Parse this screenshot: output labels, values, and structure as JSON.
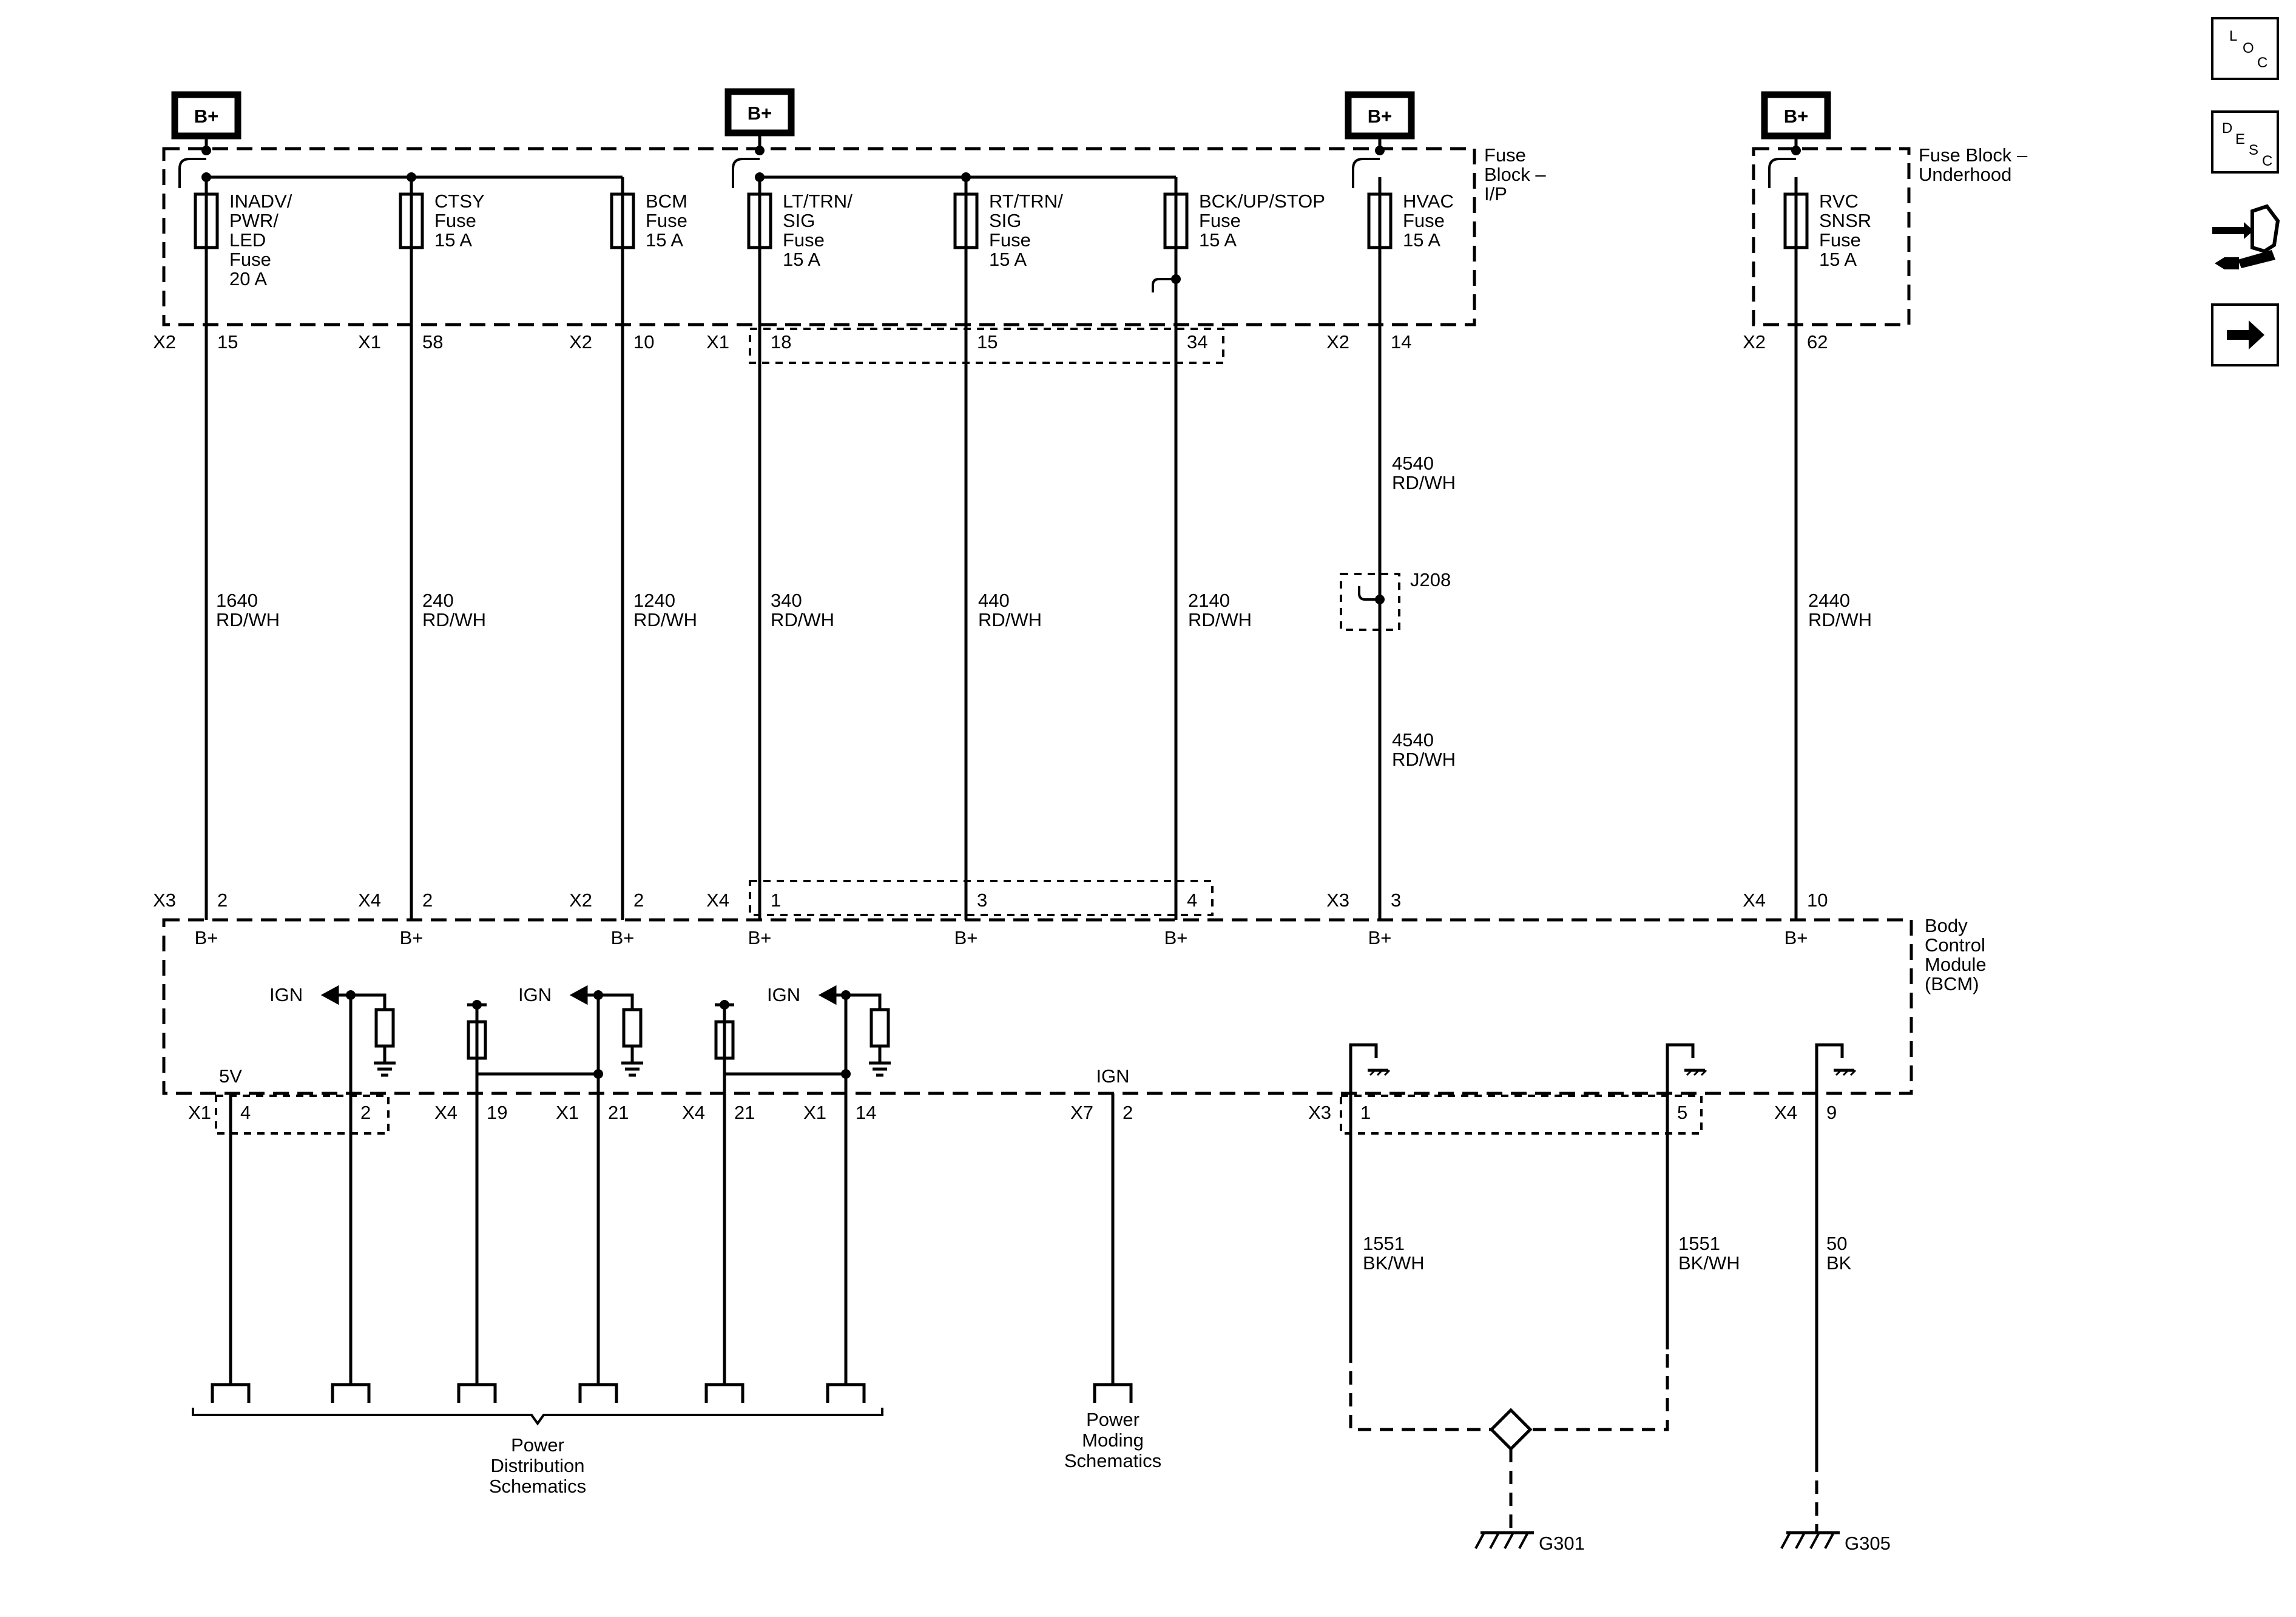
{
  "power_sources": [
    "B+",
    "B+",
    "B+",
    "B+"
  ],
  "fuse_blocks": {
    "ip_label_lines": [
      "Fuse",
      "Block –",
      "I/P"
    ],
    "underhood_label_lines": [
      "Fuse Block –",
      "Underhood"
    ]
  },
  "fuses": [
    {
      "label_lines": [
        "INADV/",
        "PWR/",
        "LED",
        "Fuse",
        "20 A"
      ],
      "connector": "X2",
      "pin": "15"
    },
    {
      "label_lines": [
        "CTSY",
        "Fuse",
        "15 A"
      ],
      "connector": "X1",
      "pin": "58"
    },
    {
      "label_lines": [
        "BCM",
        "Fuse",
        "15 A"
      ],
      "connector": "X2",
      "pin": "10"
    },
    {
      "label_lines": [
        "LT/TRN/",
        "SIG",
        "Fuse",
        "15 A"
      ],
      "connector": "X1",
      "pin": "18"
    },
    {
      "label_lines": [
        "RT/TRN/",
        "SIG",
        "Fuse",
        "15 A"
      ],
      "connector": "",
      "pin": "15"
    },
    {
      "label_lines": [
        "BCK/UP/STOP",
        "Fuse",
        "15 A"
      ],
      "connector": "",
      "pin": "34"
    },
    {
      "label_lines": [
        "HVAC",
        "Fuse",
        "15 A"
      ],
      "connector": "X2",
      "pin": "14"
    },
    {
      "label_lines": [
        "RVC",
        "SNSR",
        "Fuse",
        "15 A"
      ],
      "connector": "X2",
      "pin": "62"
    }
  ],
  "wires": [
    {
      "circuit": "1640",
      "color": "RD/WH"
    },
    {
      "circuit": "240",
      "color": "RD/WH"
    },
    {
      "circuit": "1240",
      "color": "RD/WH"
    },
    {
      "circuit": "340",
      "color": "RD/WH"
    },
    {
      "circuit": "440",
      "color": "RD/WH"
    },
    {
      "circuit": "2140",
      "color": "RD/WH"
    },
    {
      "circuit": "4540",
      "color": "RD/WH"
    },
    {
      "circuit": "4540",
      "color": "RD/WH"
    },
    {
      "circuit": "2440",
      "color": "RD/WH"
    }
  ],
  "splice": "J208",
  "bcm": {
    "label_lines": [
      "Body",
      "Control",
      "Module",
      "(BCM)"
    ],
    "inputs": [
      {
        "connector": "X3",
        "pin": "2",
        "signal": "B+"
      },
      {
        "connector": "X4",
        "pin": "2",
        "signal": "B+"
      },
      {
        "connector": "X2",
        "pin": "2",
        "signal": "B+"
      },
      {
        "connector": "X4",
        "pin": "1",
        "signal": "B+"
      },
      {
        "connector": "",
        "pin": "3",
        "signal": "B+"
      },
      {
        "connector": "",
        "pin": "4",
        "signal": "B+"
      },
      {
        "connector": "X3",
        "pin": "3",
        "signal": "B+"
      },
      {
        "connector": "X4",
        "pin": "10",
        "signal": "B+"
      }
    ],
    "internal_labels": [
      "IGN",
      "IGN",
      "IGN",
      "5V",
      "IGN"
    ],
    "outputs": [
      {
        "connector": "X1",
        "pin": "4"
      },
      {
        "connector": "",
        "pin": "2"
      },
      {
        "connector": "X4",
        "pin": "19"
      },
      {
        "connector": "X1",
        "pin": "21"
      },
      {
        "connector": "X4",
        "pin": "21"
      },
      {
        "connector": "X1",
        "pin": "14"
      },
      {
        "connector": "X7",
        "pin": "2"
      },
      {
        "connector": "X3",
        "pin": "1"
      },
      {
        "connector": "",
        "pin": "5"
      },
      {
        "connector": "X4",
        "pin": "9"
      }
    ]
  },
  "ground_wires": [
    {
      "circuit": "1551",
      "color": "BK/WH"
    },
    {
      "circuit": "1551",
      "color": "BK/WH"
    },
    {
      "circuit": "50",
      "color": "BK"
    }
  ],
  "grounds": [
    "G301",
    "G305"
  ],
  "references": {
    "power_distribution": [
      "Power",
      "Distribution",
      "Schematics"
    ],
    "power_moding": [
      "Power",
      "Moding",
      "Schematics"
    ]
  },
  "side_buttons": [
    {
      "icon": "location-icon",
      "letters": [
        "L",
        "O",
        "C"
      ]
    },
    {
      "icon": "description-icon",
      "letters": [
        "D",
        "E",
        "S",
        "C"
      ]
    },
    {
      "icon": "connector-tools-icon"
    },
    {
      "icon": "next-arrow-icon"
    }
  ]
}
